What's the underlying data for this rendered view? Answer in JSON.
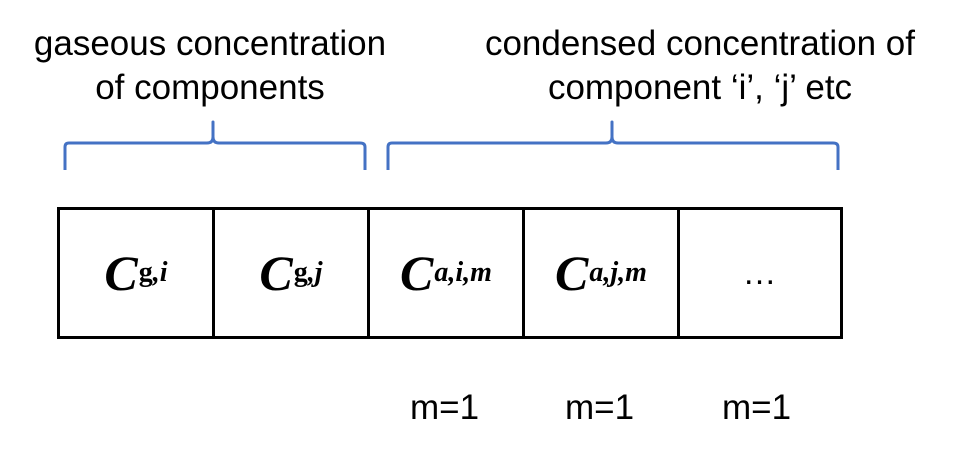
{
  "labels": {
    "gaseous_line1": "gaseous concentration",
    "gaseous_line2": "of components",
    "condensed_line1": "condensed concentration of",
    "condensed_line2": "component ‘i’, ‘j’ etc"
  },
  "cells": [
    {
      "symbol": "C",
      "sub_upright": "g",
      "sub_italic": ",i"
    },
    {
      "symbol": "C",
      "sub_upright": "g",
      "sub_italic": ",j"
    },
    {
      "symbol": "C",
      "sub_upright": "",
      "sub_italic": "a,i,m"
    },
    {
      "symbol": "C",
      "sub_upright": "",
      "sub_italic": "a,j,m"
    },
    {
      "ellipsis": "…"
    }
  ],
  "m_labels": [
    "m=1",
    "m=1",
    "m=1"
  ],
  "colors": {
    "bracket": "#4472c4",
    "border": "#000000",
    "text": "#000000"
  }
}
